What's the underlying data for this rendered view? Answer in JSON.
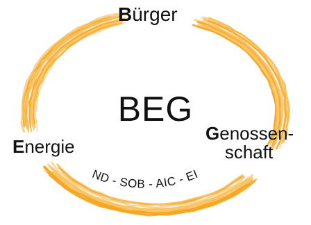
{
  "logo": {
    "center": "BEG",
    "words": {
      "buerger": {
        "initial": "B",
        "rest": "ürger"
      },
      "energie": {
        "initial": "E",
        "rest": "nergie"
      },
      "genossenschaft": {
        "initial": "G",
        "rest_line1": "enossen-",
        "line2": "schaft"
      }
    },
    "regions": "ND - SOB - AIC - EI"
  },
  "colors": {
    "ring": "#f5a623",
    "ring_light": "#f9c466",
    "text": "#111111",
    "background": "#ffffff"
  }
}
